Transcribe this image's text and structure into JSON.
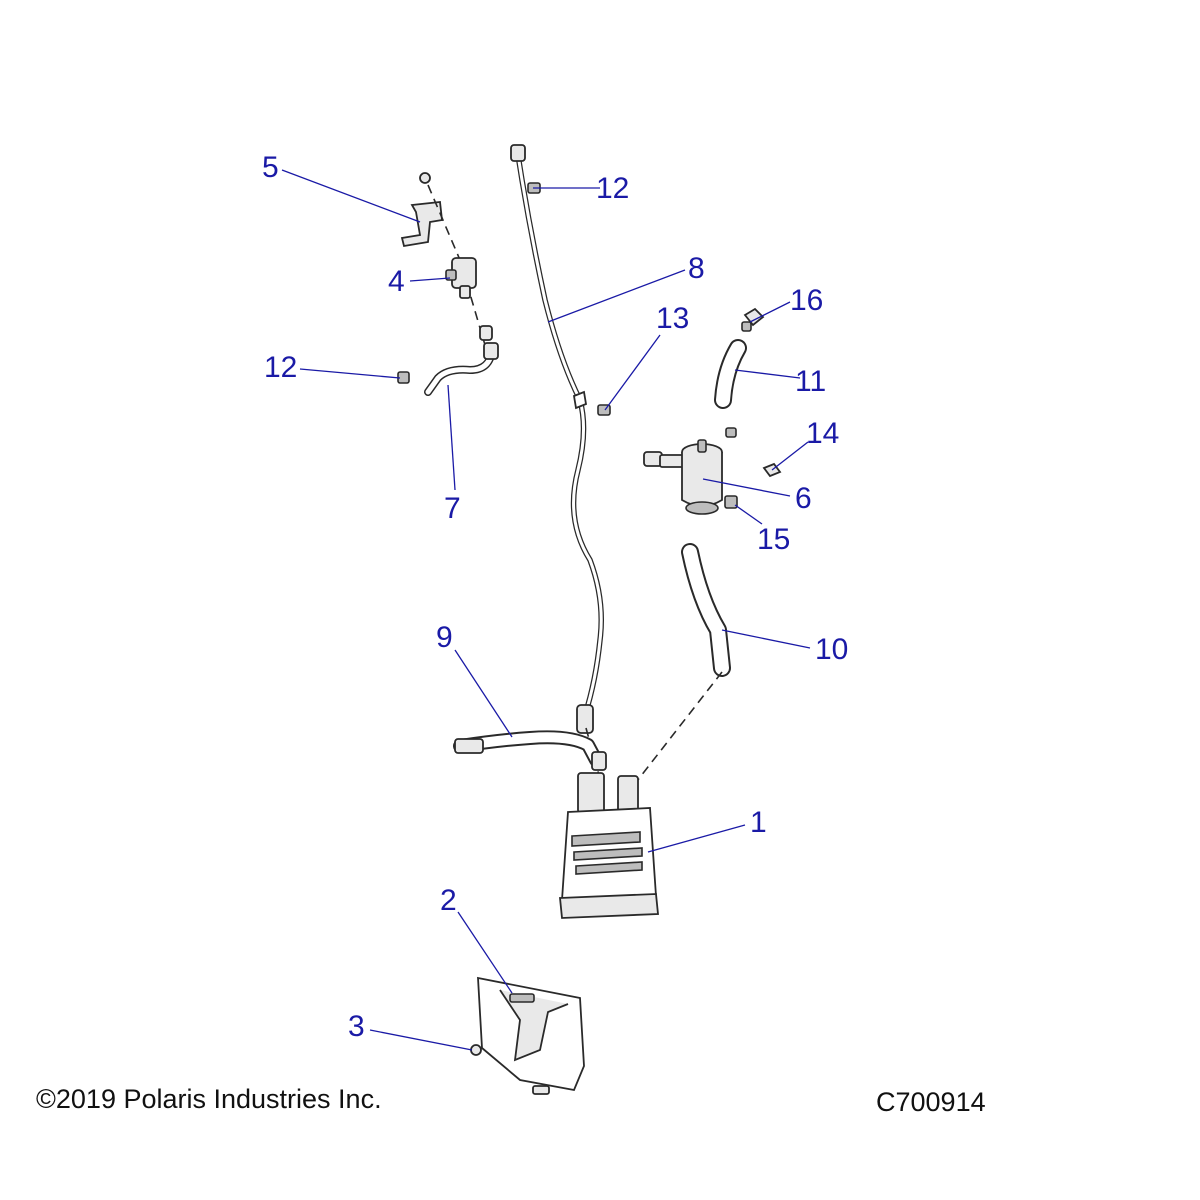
{
  "callouts": {
    "c1": "1",
    "c2": "2",
    "c3": "3",
    "c4": "4",
    "c5": "5",
    "c6": "6",
    "c7": "7",
    "c8": "8",
    "c9": "9",
    "c10": "10",
    "c11": "11",
    "c12a": "12",
    "c12b": "12",
    "c13": "13",
    "c14": "14",
    "c15": "15",
    "c16": "16"
  },
  "footer": {
    "copyright": "©2019 Polaris Industries Inc.",
    "figure_id": "C700914"
  },
  "colors": {
    "callout": "#1a1aa6",
    "line_art": "#2a2a2a",
    "background": "#ffffff"
  }
}
